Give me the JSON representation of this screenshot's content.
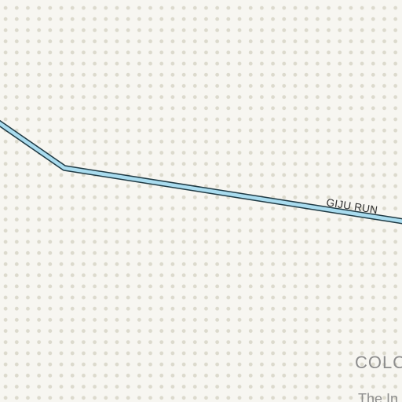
{
  "map": {
    "road": {
      "name": "GIJU RUN",
      "fill_color": "#a9dcef",
      "casing_color": "#1f3a44"
    },
    "area_label": "COLO",
    "poi_label": "The In",
    "background_color": "#f7f6f1",
    "dot_color": "#dcdacd"
  }
}
